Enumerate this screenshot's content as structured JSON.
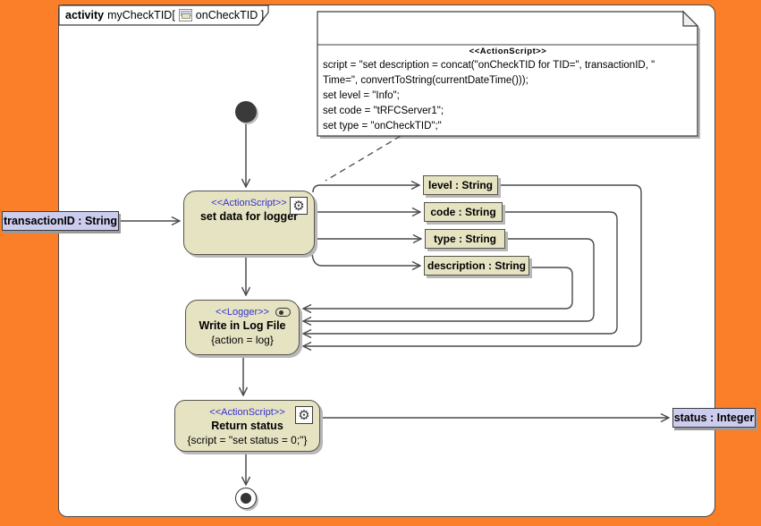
{
  "frame": {
    "keyword": "activity",
    "name_part": "myCheckTID[",
    "behavior_part": "onCheckTID ]"
  },
  "note": {
    "stereotype": "<<ActionScript>>",
    "lines": [
      "script = \"set description = concat(\"onCheckTID for TID=\", transactionID, \"",
      "Time=\", convertToString(currentDateTime()));",
      "set level = \"Info\";",
      "set code = \"tRFCServer1\";",
      "set type = \"onCheckTID\";\""
    ]
  },
  "actions": {
    "set_data": {
      "stereotype": "<<ActionScript>>",
      "name": "set data for logger"
    },
    "logger": {
      "stereotype": "<<Logger>>",
      "name": "Write in Log File",
      "constraint": "{action = log}"
    },
    "return_status": {
      "stereotype": "<<ActionScript>>",
      "name": "Return status",
      "constraint": "{script = \"set status = 0;\"}"
    }
  },
  "parameters": {
    "input": "transactionID : String",
    "output": "status : Integer"
  },
  "object_nodes": [
    "level : String",
    "code : String",
    "type : String",
    "description : String"
  ],
  "icons": {
    "gear": "⚙"
  },
  "colors": {
    "background": "#FB7E28",
    "node_fill": "#E6E3C2",
    "parameter_fill": "#CCCCEE",
    "stereotype_text": "#3333CC",
    "edge": "#4A4A4A",
    "note_fill": "#FFFFFF",
    "shadow": "#B8B8B8"
  }
}
